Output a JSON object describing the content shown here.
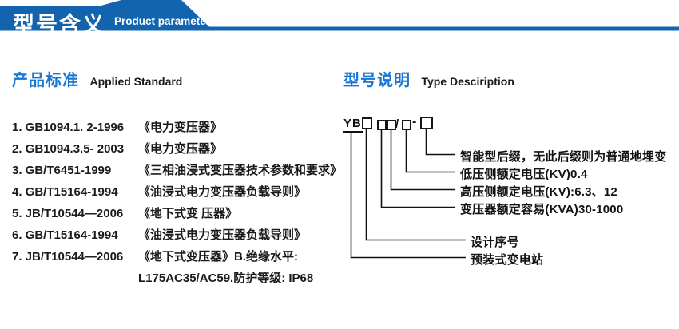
{
  "header": {
    "title_cn": "型号含义",
    "title_en": "Product parameters"
  },
  "colors": {
    "banner_blue": "#1264ae",
    "heading_blue": "#1577d2",
    "line_black": "#111111"
  },
  "left": {
    "heading_cn": "产品标准",
    "heading_en": "Applied Standard",
    "standards": [
      {
        "code": "1. GB1094.1. 2-1996",
        "title": "《电力变压器》"
      },
      {
        "code": "2. GB1094.3.5- 2003",
        "title": "《电力变压器》"
      },
      {
        "code": "3. GB/T6451-1999",
        "title": "《三相油浸式变压器技术参数和要求》"
      },
      {
        "code": "4. GB/T15164-1994",
        "title": "《油浸式电力变压器负载导则》"
      },
      {
        "code": "5. JB/T10544—2006",
        "title": "《地下式变 压器》"
      },
      {
        "code": "6. GB/T15164-1994",
        "title": "《油浸式电力变压器负载导则》"
      },
      {
        "code": "7. JB/T10544—2006",
        "title": "《地下式变压器》B.绝缘水平:"
      },
      {
        "code": "",
        "title": "L175AC35/AC59.防护等级: IP68"
      }
    ]
  },
  "right": {
    "heading_cn": "型号说明",
    "heading_en": "Type Desciription",
    "model": {
      "prefix": "YB",
      "slash": "/",
      "dash": "-"
    },
    "fields": [
      {
        "label": "智能型后缀，无此后缀则为普通地埋变"
      },
      {
        "label": "低压侧额定电压(KV)0.4"
      },
      {
        "label": "高压侧额定电压(KV):6.3、12"
      },
      {
        "label": "变压器额定容易(KVA)30-1000"
      },
      {
        "label": "设计序号"
      },
      {
        "label": "预装式变电站"
      }
    ]
  }
}
